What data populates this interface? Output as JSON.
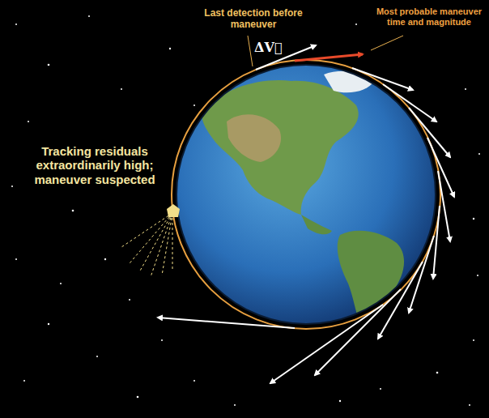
{
  "diagram": {
    "labels": [
      "Last detection before maneuver",
      "Most probable maneuver time and magnitude",
      "ΔV⃗",
      "Tracking residuals extraordinarily high; maneuver suspected"
    ]
  }
}
